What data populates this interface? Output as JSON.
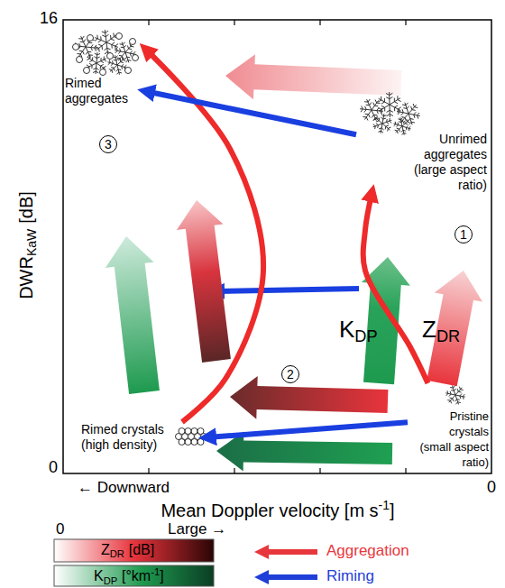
{
  "diagram": {
    "nodes": [
      {
        "text": [
          "Rimed aggregates"
        ]
      },
      {
        "text": [
          "Unrimed aggregates (large aspect ratio)"
        ]
      },
      {
        "text": [
          "Pristine crystals (small aspect ratio)"
        ]
      },
      {
        "text": [
          "Rimed crystals (high density)"
        ]
      }
    ],
    "edges": [
      {
        "from": 2,
        "to": 1,
        "arrow": "to"
      },
      {
        "from": 2,
        "to": 3,
        "arrow": "to"
      },
      {
        "from": 3,
        "to": 0,
        "arrow": "to"
      },
      {
        "from": 1,
        "to": 0,
        "arrow": "to"
      }
    ],
    "labels": [
      "16",
      "0",
      "0",
      "DWR",
      "KaW",
      "[dB]",
      "1",
      "2",
      "3",
      "K",
      "DP",
      "Z",
      "DR",
      "← Downward",
      "Mean Doppler velocity [m s",
      "-1",
      "]",
      "0",
      "Large →",
      "Z",
      "DR",
      "[dB]",
      "K",
      "DP",
      "[°km",
      "-1",
      "]"
    ],
    "legend": [
      {
        "text": "Aggregation"
      },
      {
        "text": "Riming"
      }
    ]
  }
}
